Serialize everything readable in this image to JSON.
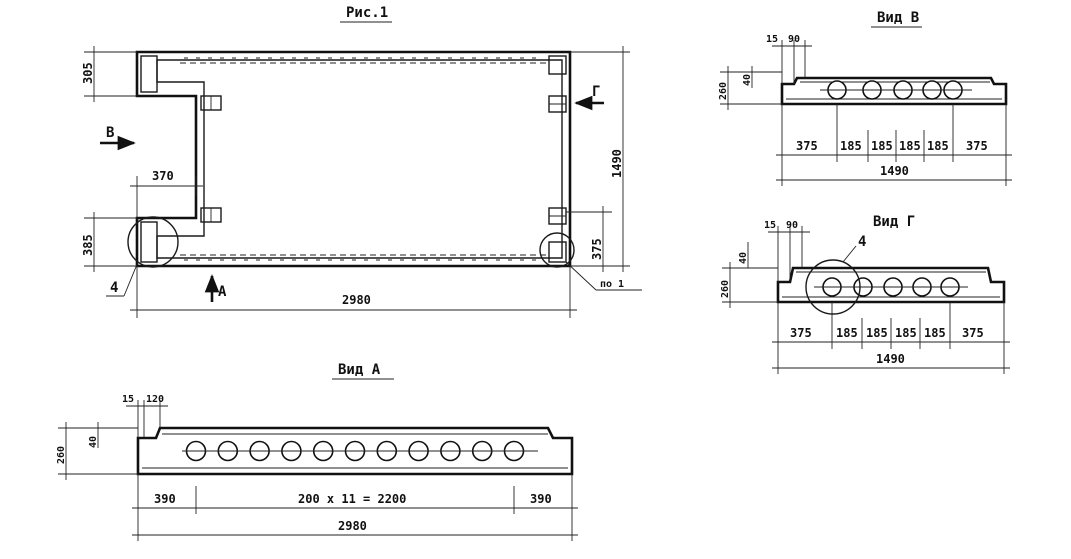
{
  "titles": {
    "fig": "Рис.1",
    "view_v": "Вид В",
    "view_g": "Вид Г",
    "view_a": "Вид А"
  },
  "plan": {
    "label_b": "В",
    "label_g": "Г",
    "label_a": "А",
    "dim_305": "305",
    "dim_370": "370",
    "dim_385": "385",
    "dim_375": "375",
    "dim_1490": "1490",
    "dim_2980": "2980",
    "callout_4": "4",
    "callout_po1": "по 1"
  },
  "view_v": {
    "dim_15": "15",
    "dim_90": "90",
    "dim_260": "260",
    "dim_40": "40",
    "segments": [
      "375",
      "185",
      "185",
      "185",
      "185",
      "375"
    ],
    "total": "1490"
  },
  "view_g": {
    "dim_15": "15",
    "dim_90": "90",
    "dim_260": "260",
    "dim_40": "40",
    "callout_4": "4",
    "segments": [
      "375",
      "185",
      "185",
      "185",
      "185",
      "375"
    ],
    "total": "1490"
  },
  "view_a": {
    "dim_15": "15",
    "dim_120": "120",
    "dim_260": "260",
    "dim_40": "40",
    "left": "390",
    "middle": "200 х 11 = 2200",
    "right": "390",
    "total": "2980"
  }
}
